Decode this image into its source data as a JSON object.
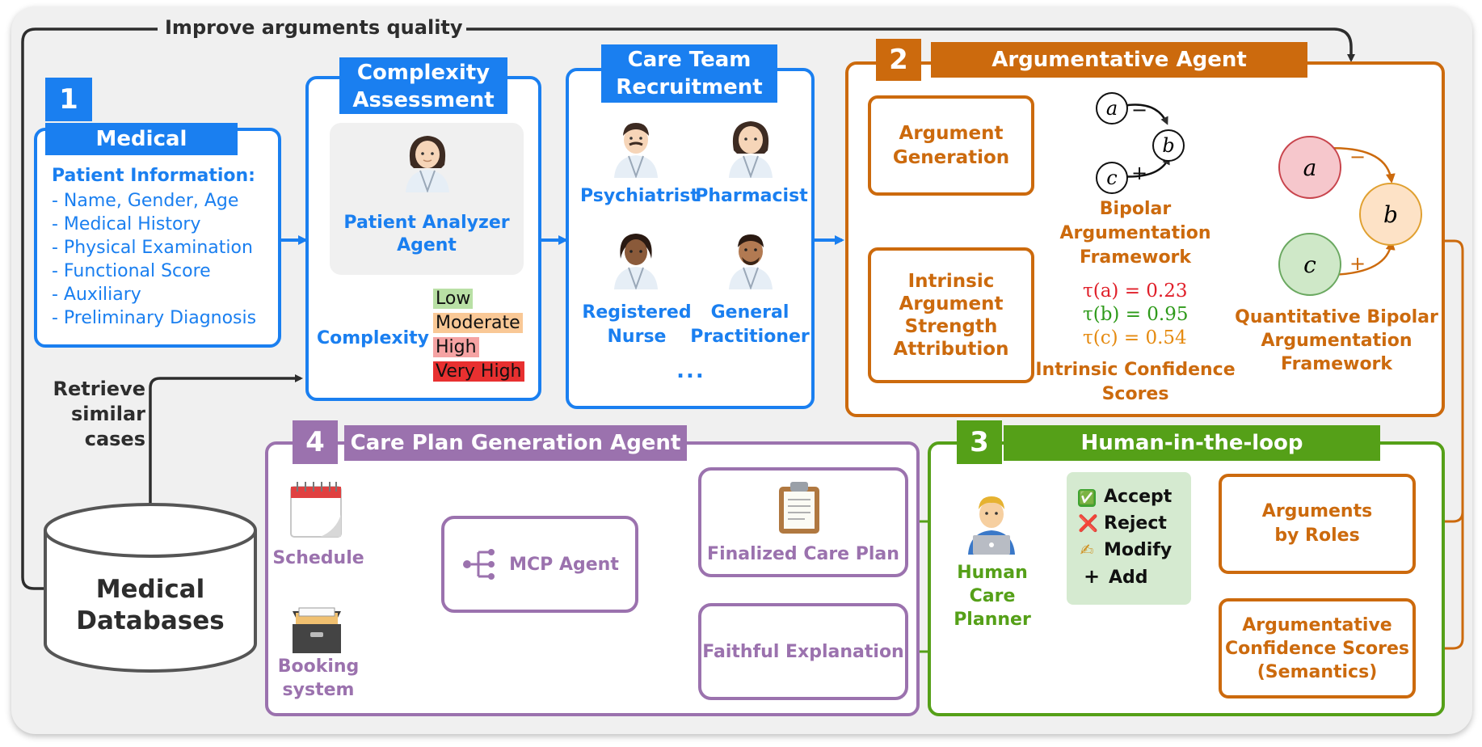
{
  "top_arrow_label": "Improve arguments quality",
  "retrieve_label": [
    "Retrieve",
    "similar",
    "cases"
  ],
  "database": {
    "line1": "Medical",
    "line2": "Databases"
  },
  "records": {
    "number": "1",
    "title": "Medical Records",
    "heading": "Patient Information:",
    "items": [
      "- Name, Gender, Age",
      "- Medical History",
      "- Physical Examination",
      "- Functional Score",
      "- Auxiliary",
      "- Preliminary Diagnosis"
    ]
  },
  "complexity": {
    "title_line1": "Complexity",
    "title_line2": "Assessment",
    "agent_line1": "Patient Analyzer",
    "agent_line2": "Agent",
    "label": "Complexity",
    "levels": [
      {
        "text": "Low",
        "color": "#b9e0a5"
      },
      {
        "text": "Moderate",
        "color": "#f9c896"
      },
      {
        "text": "High",
        "color": "#f5a3a3"
      },
      {
        "text": "Very High",
        "color": "#e83030"
      }
    ]
  },
  "care_team": {
    "title_line1": "Care Team",
    "title_line2": "Recruitment",
    "roles": [
      "Psychiatrist",
      "Pharmacist",
      "Registered",
      "Nurse",
      "General",
      "Practitioner"
    ],
    "ellipsis": "..."
  },
  "framework": {
    "number": "2",
    "title": "Argumentative Agent Framework",
    "gen_line1": "Argument",
    "gen_line2": "Generation",
    "ias_lines": [
      "Intrinsic",
      "Argument",
      "Strength",
      "Attribution"
    ],
    "baf_lines": [
      "Bipolar",
      "Argumentation",
      "Framework"
    ],
    "qbaf_lines": [
      "Quantitative Bipolar",
      "Argumentation",
      "Framework"
    ],
    "ics_lines": [
      "Intrinsic Confidence",
      "Scores"
    ],
    "node_a": "a",
    "node_b": "b",
    "node_c": "c",
    "attack_sign": "−",
    "support_sign": "+",
    "tau": [
      {
        "text": "τ(a) = 0.23",
        "color": "#e0202a"
      },
      {
        "text": "τ(b) = 0.95",
        "color": "#2e9a1a"
      },
      {
        "text": "τ(c) = 0.54",
        "color": "#e58a10"
      }
    ]
  },
  "contestation": {
    "number": "3",
    "title": "Human-in-the-loop Contestation",
    "actions": [
      {
        "icon": "✅",
        "label": "Accept"
      },
      {
        "icon": "❌",
        "label": "Reject"
      },
      {
        "icon": "✍",
        "label": "Modify"
      },
      {
        "icon": "+",
        "label": "Add"
      }
    ],
    "human_lines": [
      "Human",
      "Care",
      "Planner"
    ],
    "roles_line1": "Arguments",
    "roles_line2": "by Roles",
    "acs_lines": [
      "Argumentative",
      "Confidence Scores",
      "(Semantics)"
    ]
  },
  "careplan": {
    "number": "4",
    "title": "Care Plan Generation Agent",
    "finalized": "Finalized Care Plan",
    "mcp": "MCP Agent",
    "explanation": "Faithful Explanation",
    "schedule": "Schedule",
    "booking_line1": "Booking",
    "booking_line2": "system"
  }
}
